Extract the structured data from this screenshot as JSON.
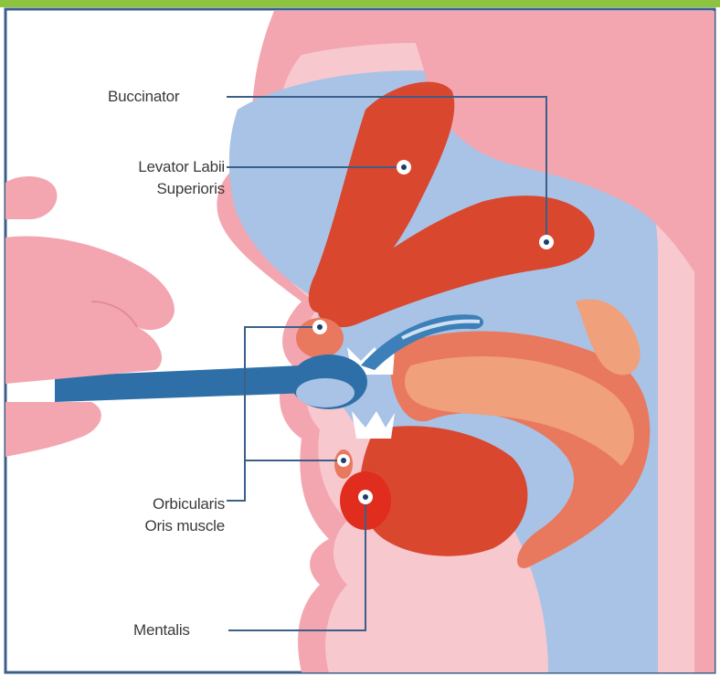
{
  "diagram": {
    "labels": {
      "buccinator": "Buccinator",
      "levator_line1": "Levator Labii",
      "levator_line2": "Superioris",
      "orbicularis_line1": "Orbicularis",
      "orbicularis_line2": "Oris muscle",
      "mentalis": "Mentalis"
    },
    "colors": {
      "skin": "#f3a6b0",
      "skin_light": "#f8c8cf",
      "oral_cavity": "#a9c3e6",
      "muscle": "#d9472f",
      "muscle_light": "#e8795f",
      "tongue": "#f0a07a",
      "device_blue": "#2f6fa8",
      "leader_line": "#3c5f8a",
      "frame_green": "#8cc43f"
    }
  }
}
